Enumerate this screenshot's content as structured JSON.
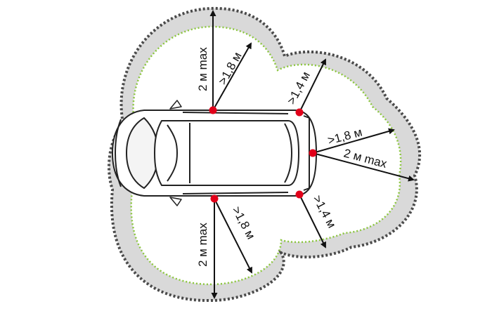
{
  "colors": {
    "zone_fill": "#d9d9d9",
    "outer_dashed": "#4a4a4a",
    "inner_dotted": "#8cc63f",
    "marker": "#e1001a",
    "car_outline": "#222222",
    "arrow": "#111111"
  },
  "labels": {
    "top_max": "2 м max",
    "top_min": ">1,8 м",
    "top_rear": ">1,4 м",
    "rear_min": ">1,8 м",
    "rear_max": "2 м max",
    "bottom_rear": ">1,4 м",
    "bottom_min": ">1,8 м",
    "bottom_max": "2 м max"
  },
  "icons": {
    "car": "car-top-view-icon",
    "antenna_point": "red-dot-marker"
  }
}
